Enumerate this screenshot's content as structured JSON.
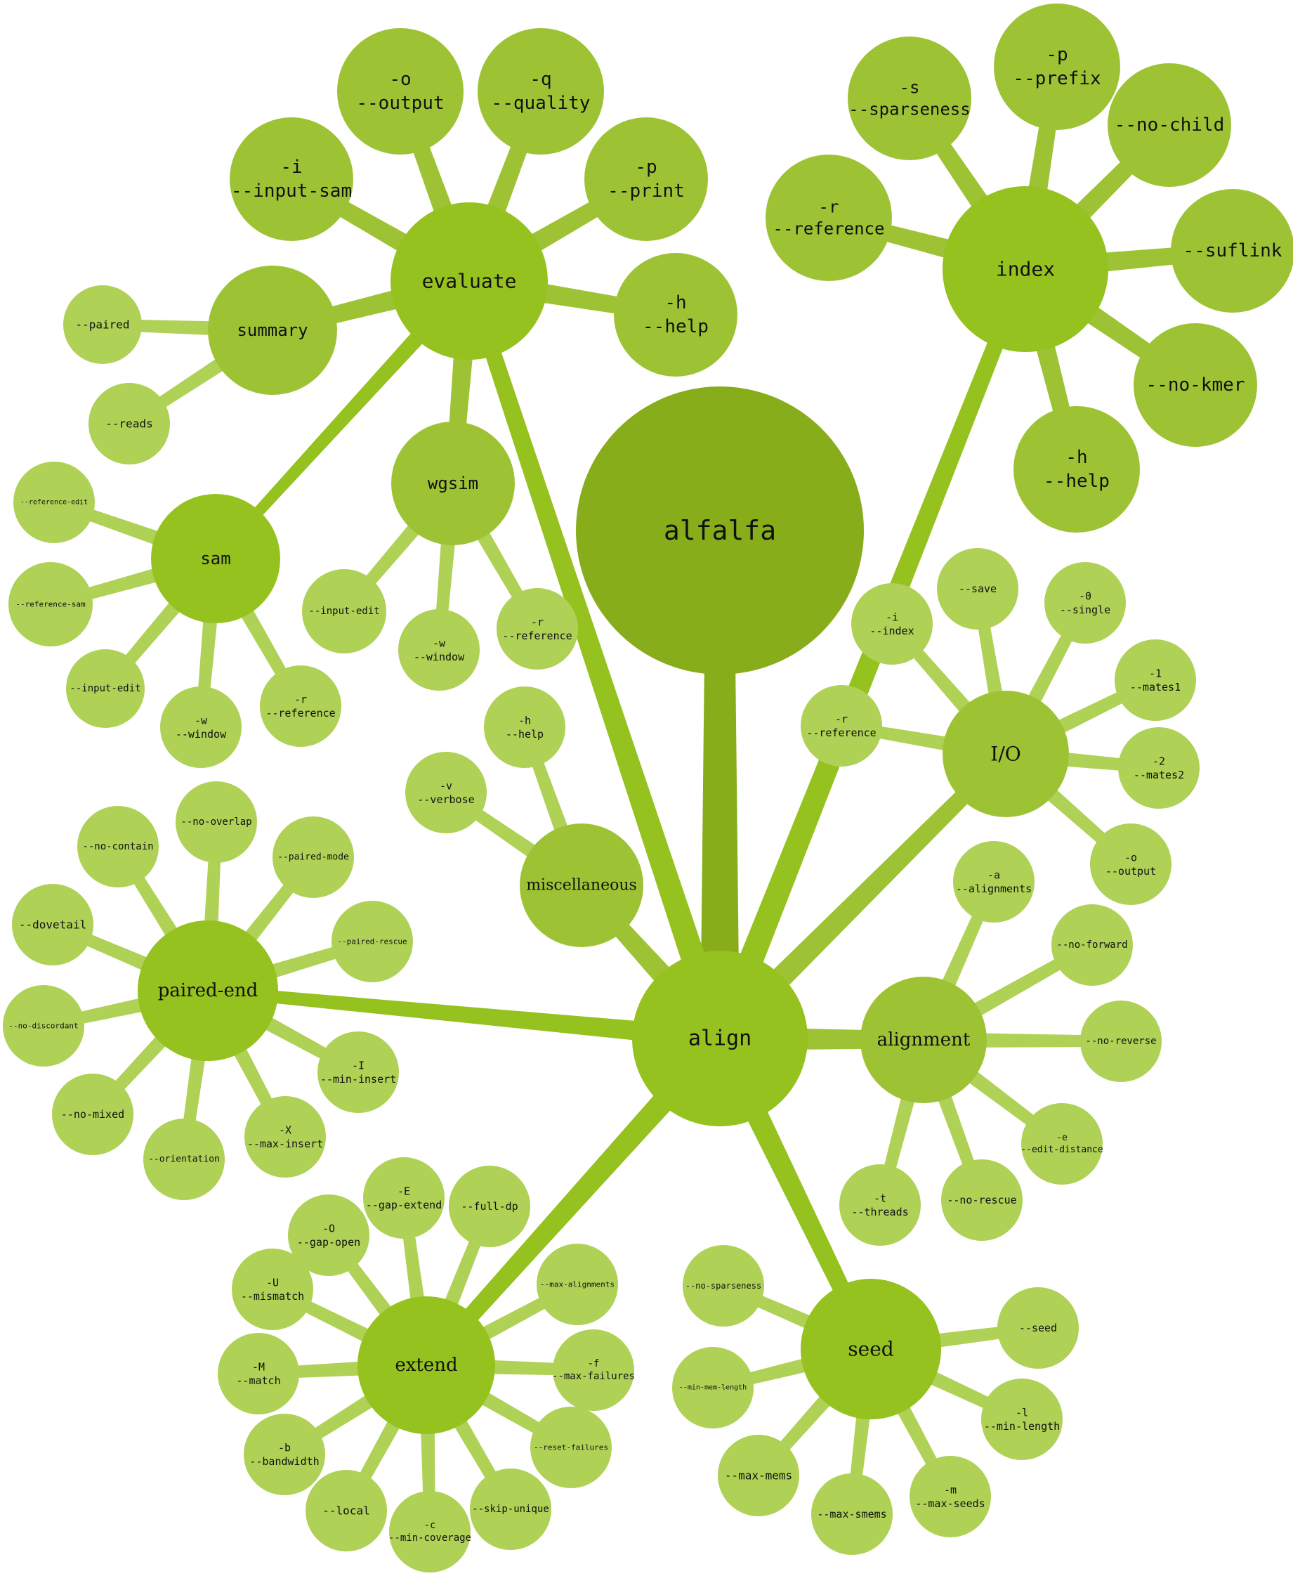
{
  "colors": {
    "root": "#87ad1b",
    "hub": "#95c21f",
    "branch": "#9dc335",
    "leaf": "#aed156",
    "text": "#111111",
    "background": "#ffffff"
  },
  "root": {
    "label": "alfalfa"
  },
  "align": {
    "label": "align"
  },
  "evaluate": {
    "label": "evaluate",
    "options": {
      "o": [
        "-o",
        "--output"
      ],
      "q": [
        "-q",
        "--quality"
      ],
      "i": [
        "-i",
        "--input-sam"
      ],
      "p": [
        "-p",
        "--print"
      ],
      "h": [
        "-h",
        "--help"
      ]
    },
    "summary": {
      "label": "summary",
      "paired": "--paired",
      "reads": "--reads"
    },
    "sam": {
      "label": "sam",
      "reference_edit": "--reference-edit",
      "reference_sam": "--reference-sam",
      "input_edit": "--input-edit",
      "w": [
        "-w",
        "--window"
      ],
      "r": [
        "-r",
        "--reference"
      ]
    },
    "wgsim": {
      "label": "wgsim",
      "input_edit": "--input-edit",
      "w": [
        "-w",
        "--window"
      ],
      "r": [
        "-r",
        "--reference"
      ]
    }
  },
  "index": {
    "label": "index",
    "s": [
      "-s",
      "--sparseness"
    ],
    "p": [
      "-p",
      "--prefix"
    ],
    "no_child": "--no-child",
    "r": [
      "-r",
      "--reference"
    ],
    "suflink": "--suflink",
    "no_kmer": "--no-kmer",
    "h": [
      "-h",
      "--help"
    ]
  },
  "io": {
    "label": "I/O",
    "save": "--save",
    "zero": [
      "-0",
      "--single"
    ],
    "i": [
      "-i",
      "--index"
    ],
    "one": [
      "-1",
      "--mates1"
    ],
    "r": [
      "-r",
      "--reference"
    ],
    "two": [
      "-2",
      "--mates2"
    ],
    "o": [
      "-o",
      "--output"
    ]
  },
  "misc": {
    "label": "miscellaneous",
    "h": [
      "-h",
      "--help"
    ],
    "v": [
      "-v",
      "--verbose"
    ]
  },
  "alignment": {
    "label": "alignment",
    "a": [
      "-a",
      "--alignments"
    ],
    "no_forward": "--no-forward",
    "no_reverse": "--no-reverse",
    "e": [
      "-e",
      "--edit-distance"
    ],
    "no_rescue": "--no-rescue",
    "t": [
      "-t",
      "--threads"
    ]
  },
  "paired": {
    "label": "paired-end",
    "no_overlap": "--no-overlap",
    "no_contain": "--no-contain",
    "paired_mode": "--paired-mode",
    "dovetail": "--dovetail",
    "paired_rescue": "--paired-rescue",
    "no_discordant": "--no-discordant",
    "I": [
      "-I",
      "--min-insert"
    ],
    "no_mixed": "--no-mixed",
    "X": [
      "-X",
      "--max-insert"
    ],
    "orientation": "--orientation"
  },
  "extend": {
    "label": "extend",
    "E": [
      "-E",
      "--gap-extend"
    ],
    "full_dp": "--full-dp",
    "O": [
      "-O",
      "--gap-open"
    ],
    "max_alignments": "--max-alignments",
    "U": [
      "-U",
      "--mismatch"
    ],
    "f": [
      "-f",
      "--max-failures"
    ],
    "M": [
      "-M",
      "--match"
    ],
    "reset_failures": "--reset-failures",
    "b": [
      "-b",
      "--bandwidth"
    ],
    "skip_unique": "--skip-unique",
    "local": "--local",
    "c": [
      "-c",
      "--min-coverage"
    ]
  },
  "seed": {
    "label": "seed",
    "no_sparseness": "--no-sparseness",
    "seed": "--seed",
    "min_mem_length": "--min-mem-length",
    "l": [
      "-l",
      "--min-length"
    ],
    "max_mems": "--max-mems",
    "m": [
      "-m",
      "--max-seeds"
    ],
    "max_smems": "--max-smems"
  }
}
